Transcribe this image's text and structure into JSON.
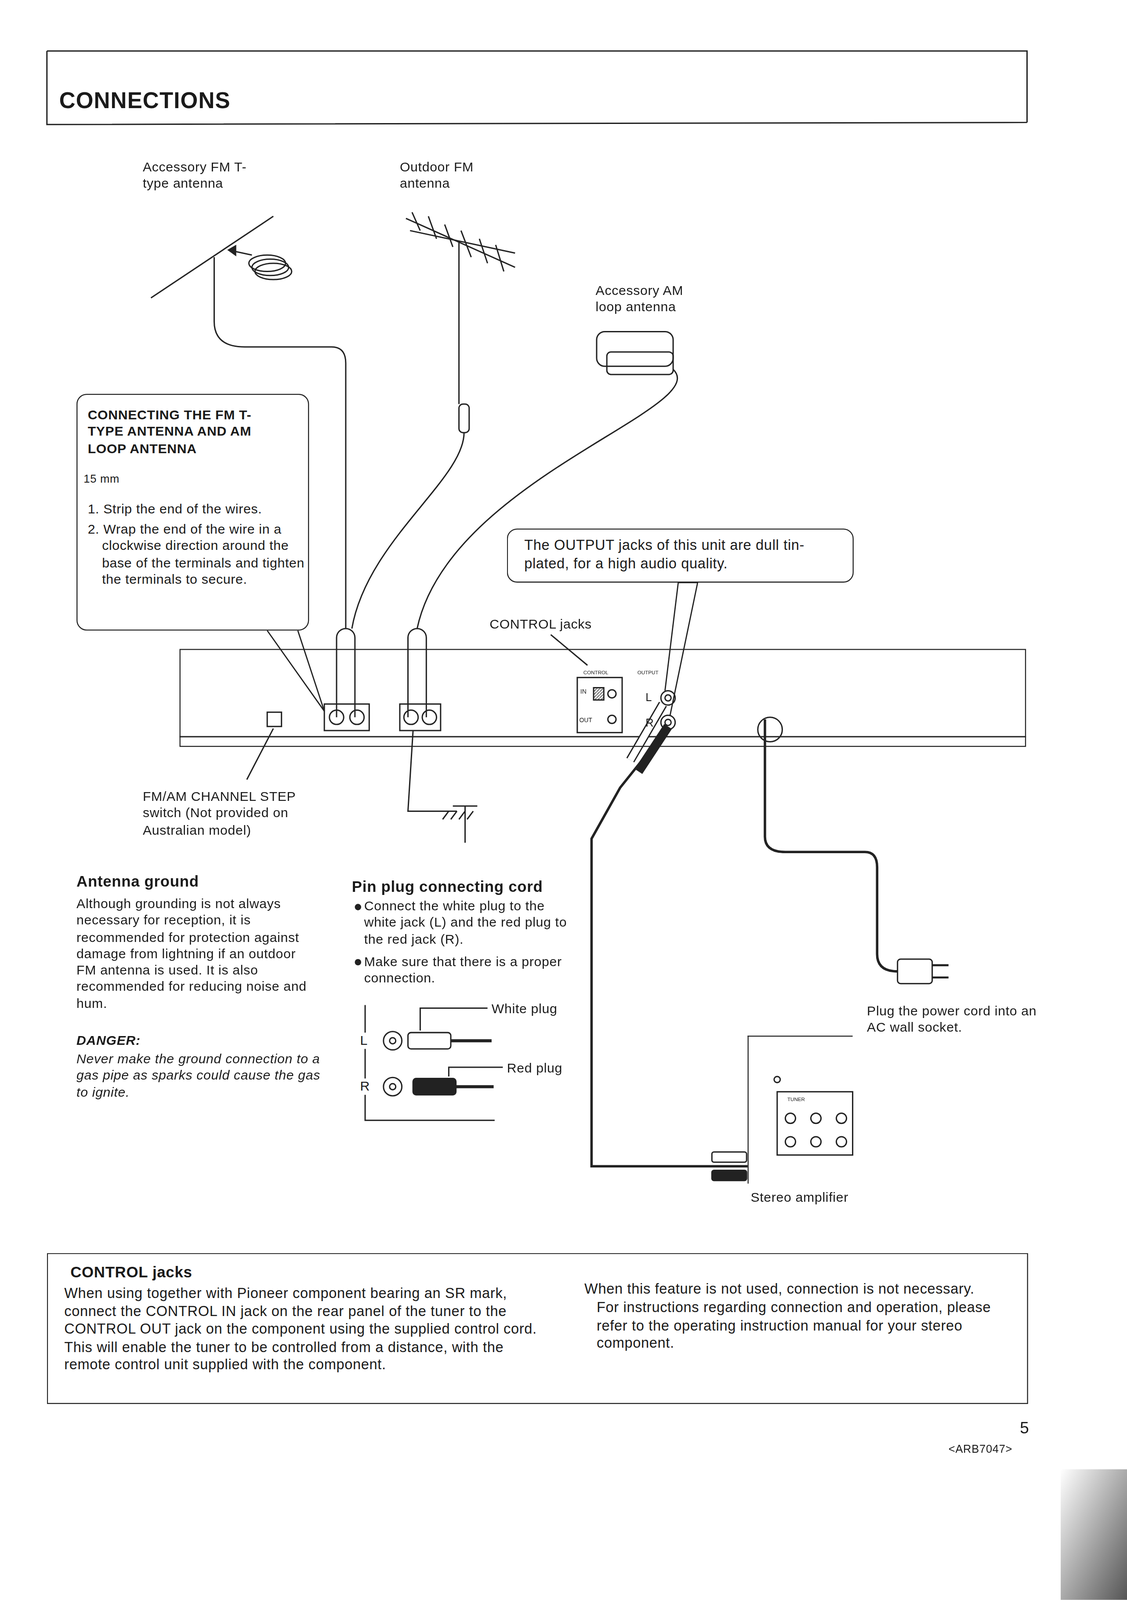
{
  "diagram": {
    "title": "CONNECTIONS",
    "nodes": [
      {
        "text": [
          "CONNECTING THE FM T-TYPE ANTENNA AND AM LOOP ANTENNA",
          "15 mm",
          "1. Strip the end of the wires.",
          "2. Wrap the end of the wire in a clockwise direction around the base of the terminals and tighten the terminals to secure."
        ]
      },
      {
        "text": [
          "The OUTPUT jacks of this unit are dull tin-plated, for a high audio quality."
        ]
      },
      {
        "text": [
          "CONTROL",
          "IN",
          "OUT",
          "OUTPUT",
          "L",
          "R"
        ]
      },
      {
        "text": [
          "TUNER",
          "Stereo amplifier"
        ]
      },
      {
        "text": [
          "CONTROL jacks",
          "When using together with Pioneer component bearing an SR mark, connect the CONTROL IN jack on the rear panel of the tuner to the CONTROL OUT jack on the component using the supplied control cord. This will enable the tuner to be controlled from a distance, with the remote control unit supplied with the component.",
          "When this feature is not used, connection is not necessary.",
          "For instructions regarding connection and operation, please refer to the operating instruction manual for your stereo component."
        ]
      }
    ],
    "edges": [
      {
        "from": 0,
        "to": 2,
        "arrow": "none"
      },
      {
        "from": 1,
        "to": 2,
        "arrow": "none"
      },
      {
        "from": 2,
        "to": 3,
        "arrow": "none"
      }
    ],
    "labels": [
      "Accessory FM T-type antenna",
      "Outdoor FM antenna",
      "Accessory AM loop antenna",
      "CONTROL jacks",
      "FM/AM CHANNEL STEP switch (Not provided on Australian model)",
      "Antenna ground",
      "Although grounding is not always necessary for reception, it is recommended for protection against damage from lightning if an outdoor FM antenna is used. It is also recommended for reducing noise and hum.",
      "DANGER:",
      "Never make the ground connection to a gas pipe as sparks could cause the gas to ignite.",
      "Pin plug connecting cord",
      "Connect the white plug to the white jack (L) and the red plug to the red jack (R).",
      "Make sure that there is a proper connection.",
      "White plug",
      "Red plug",
      "L",
      "R",
      "Plug the power cord into an AC wall socket.",
      "5",
      "<ARB7047>"
    ]
  }
}
